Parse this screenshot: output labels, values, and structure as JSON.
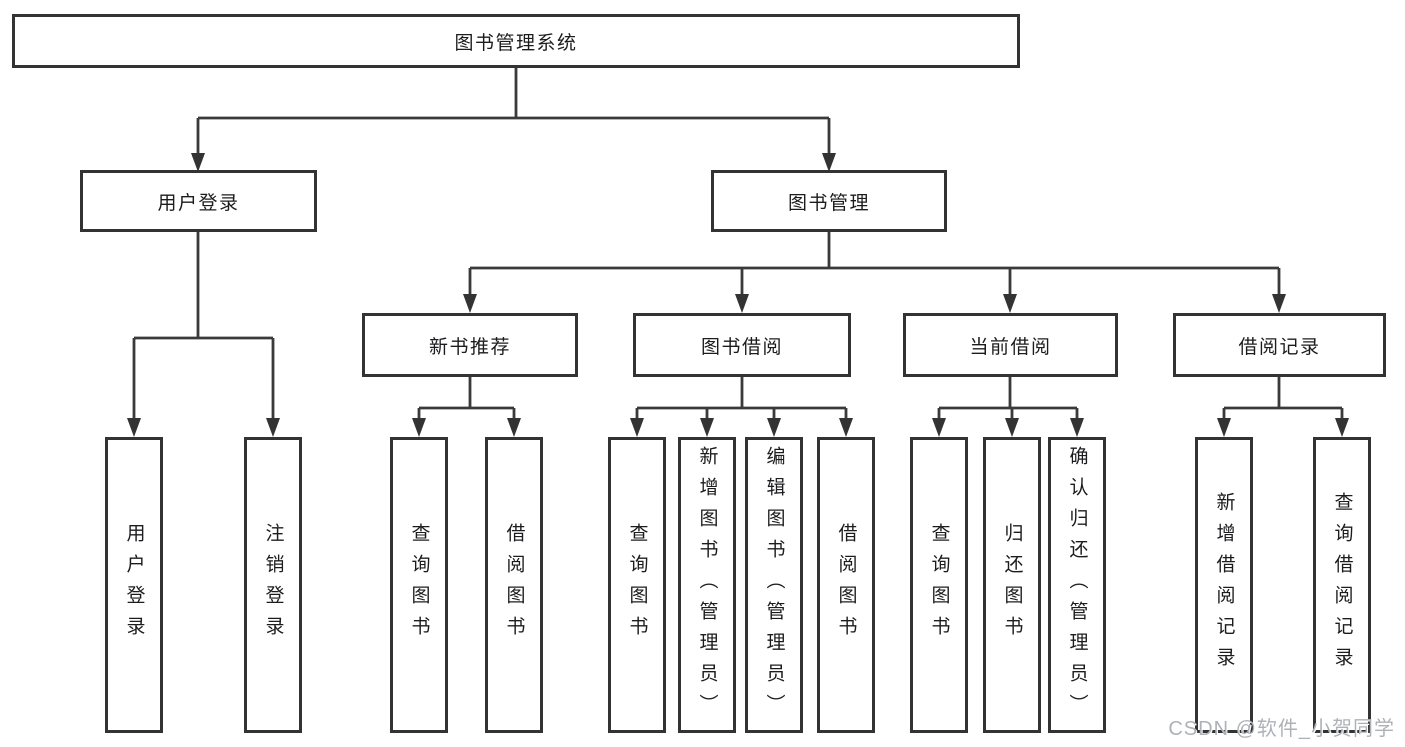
{
  "diagram_title": "图书管理系统",
  "nodes": {
    "root": "图书管理系统",
    "user_login": "用户登录",
    "book_mgmt": "图书管理",
    "new_book": "新书推荐",
    "book_borrow": "图书借阅",
    "current_borrow": "当前借阅",
    "borrow_record": "借阅记录",
    "leaves": {
      "login": "用户登录",
      "logout": "注销登录",
      "nb_query": "查询图书",
      "nb_borrow": "借阅图书",
      "bb_query": "查询图书",
      "bb_add": "新增图书（管理员）",
      "bb_edit": "编辑图书（管理员）",
      "bb_borrow": "借阅图书",
      "cb_query": "查询图书",
      "cb_return": "归还图书",
      "cb_confirm": "确认归还（管理员）",
      "br_add": "新增借阅记录",
      "br_query": "查询借阅记录"
    }
  },
  "watermark": "CSDN @软件_小贺同学",
  "colors": {
    "line": "#3a3a3a",
    "box_border": "#333333",
    "text": "#1c1c1e",
    "background": "#ffffff",
    "watermark": "#aeb2b8"
  }
}
